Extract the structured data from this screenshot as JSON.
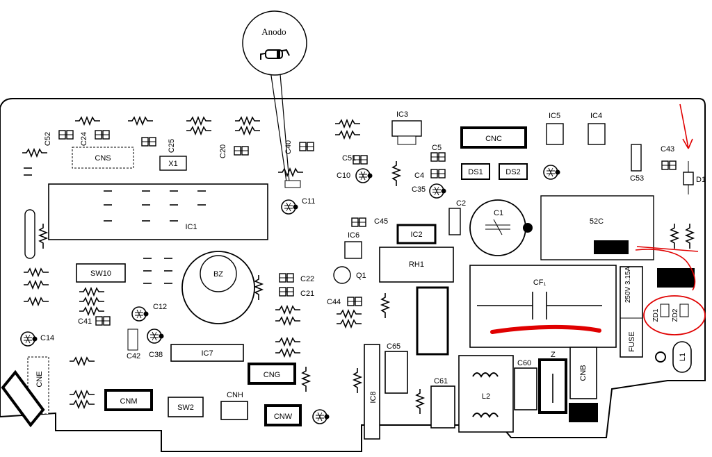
{
  "callout": {
    "label": "Anodo"
  },
  "annotation": {
    "accent": "#e00000",
    "ink": "#000000"
  },
  "labels": {
    "c52": "C52",
    "c24": "C24",
    "c25": "C25",
    "cns": "CNS",
    "x1": "X1",
    "c20": "C20",
    "c40": "C40",
    "ic3": "IC3",
    "c51": "C51",
    "c10": "C10",
    "c5": "C5",
    "c4": "C4",
    "c35": "C35",
    "ds1": "DS1",
    "ds2": "DS2",
    "cnc": "CNC",
    "ic5": "IC5",
    "ic4": "IC4",
    "c53": "C53",
    "c43": "C43",
    "d1": "D1",
    "ic1": "IC1",
    "c11": "C11",
    "c45": "C45",
    "c2": "C2",
    "c1": "C1",
    "c52b": "52C",
    "ic6": "IC6",
    "ic2": "IC2",
    "rh1": "RH1",
    "sw10": "SW10",
    "bz": "BZ",
    "c22": "C22",
    "c21": "C21",
    "q1": "Q1",
    "c44": "C44",
    "cf1": "CF₁",
    "fuse_rating": "250V 3.15A",
    "zd1": "ZD1",
    "zd2": "ZD2",
    "c12": "C12",
    "c41": "C41",
    "c14": "C14",
    "c42": "C42",
    "c38": "C38",
    "ic7": "IC7",
    "c65": "C65",
    "fuse": "FUSE",
    "l1": "L1",
    "cne": "CNE",
    "cng": "CNG",
    "ic8": "IC8",
    "c61": "C61",
    "l2": "L2",
    "c60": "C60",
    "z": "Z",
    "cnb": "CNB",
    "cnm": "CNM",
    "sw2": "SW2",
    "cnh": "CNH",
    "cnw": "CNW"
  }
}
